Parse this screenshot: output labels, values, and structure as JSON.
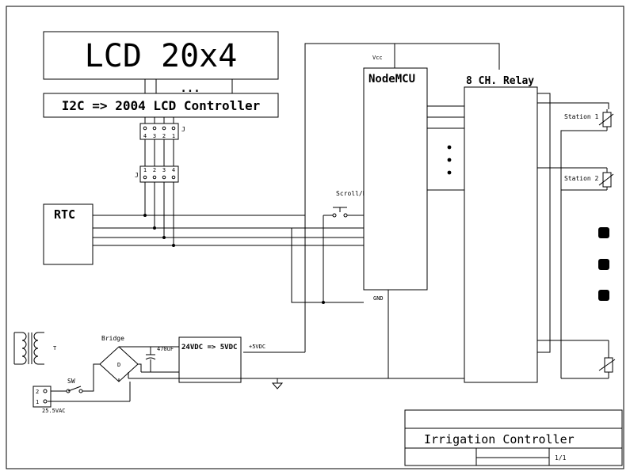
{
  "lcd": {
    "title": "LCD 20x4",
    "dots": "..."
  },
  "i2c": {
    "label": "I2C => 2004 LCD Controller"
  },
  "connectors": {
    "j_upper": {
      "ref": "J",
      "pins": [
        "4",
        "3",
        "2",
        "1"
      ]
    },
    "j_lower": {
      "ref": "J",
      "pins": [
        "1",
        "2",
        "3",
        "4"
      ]
    }
  },
  "rtc": {
    "label": "RTC"
  },
  "nodemcu": {
    "label": "NodeMCU",
    "vcc": "Vcc",
    "gnd": "GND"
  },
  "relay": {
    "label": "8 CH. Relay"
  },
  "stations": [
    "Station 1",
    "Station 2"
  ],
  "button": {
    "label": "Scroll/HardReset"
  },
  "transformer": {
    "ref": "T"
  },
  "bridge": {
    "label": "Bridge",
    "ref": "D"
  },
  "capacitor": {
    "label": "470uF"
  },
  "regulator": {
    "label": "24VDC => 5VDC",
    "out": "+5VDC"
  },
  "switch": {
    "label": "SW"
  },
  "input_terminal": {
    "pin2": "2",
    "pin1": "1",
    "label": "25.5VAC"
  },
  "titleblock": {
    "title": "Irrigation Controller",
    "sheet": "1/1"
  }
}
